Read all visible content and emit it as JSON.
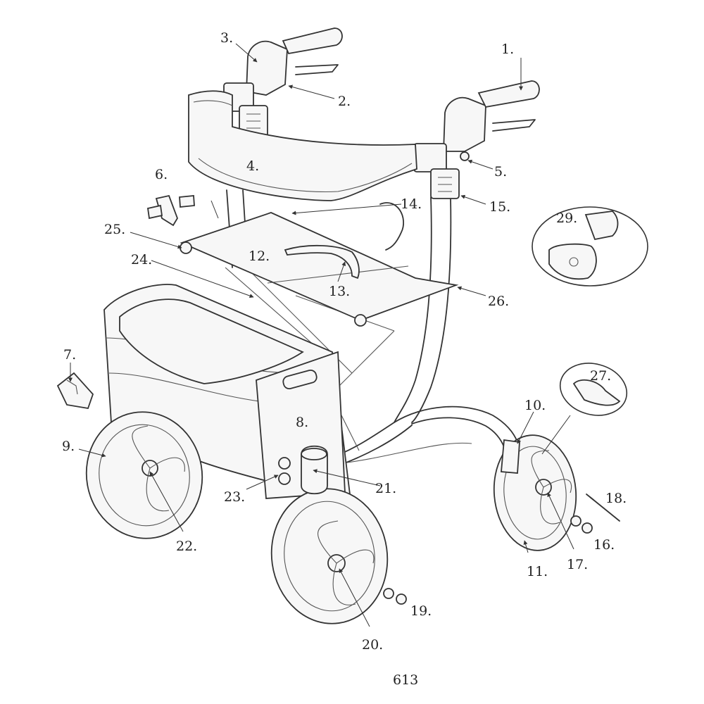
{
  "page_number": "613",
  "callouts": {
    "c1": "1.",
    "c2": "2.",
    "c3": "3.",
    "c4": "4.",
    "c5": "5.",
    "c6": "6.",
    "c7": "7.",
    "c8": "8.",
    "c9": "9.",
    "c10": "10.",
    "c11": "11.",
    "c12": "12.",
    "c13": "13.",
    "c14": "14.",
    "c15": "15.",
    "c16": "16.",
    "c17": "17.",
    "c18": "18.",
    "c19": "19.",
    "c20": "20.",
    "c21": "21.",
    "c22": "22.",
    "c23": "23.",
    "c24": "24.",
    "c25": "25.",
    "c26": "26.",
    "c27": "27.",
    "c29": "29."
  }
}
